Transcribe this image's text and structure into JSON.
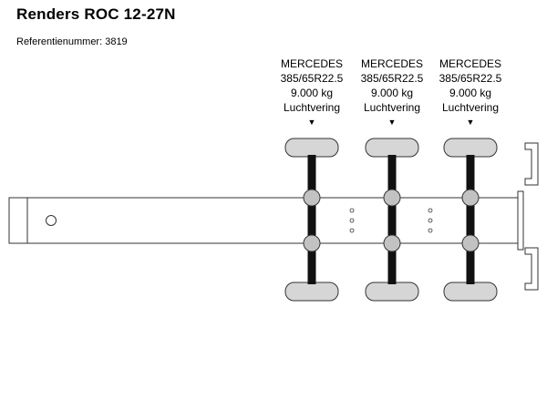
{
  "header": {
    "title": "Renders ROC 12-27N",
    "reference": "Referentienummer: 3819"
  },
  "axles": [
    {
      "brand": "MERCEDES",
      "tire_size": "385/65R22.5",
      "load": "9.000 kg",
      "suspension": "Luchtvering",
      "arrow": "▼"
    },
    {
      "brand": "MERCEDES",
      "tire_size": "385/65R22.5",
      "load": "9.000 kg",
      "suspension": "Luchtvering",
      "arrow": "▼"
    },
    {
      "brand": "MERCEDES",
      "tire_size": "385/65R22.5",
      "load": "9.000 kg",
      "suspension": "Luchtvering",
      "arrow": "▼"
    }
  ],
  "colors": {
    "background": "#ffffff",
    "line": "#333333",
    "tire_fill": "#d6d6d6",
    "hub_fill": "#c2c2c2",
    "axle_color": "#111111"
  }
}
